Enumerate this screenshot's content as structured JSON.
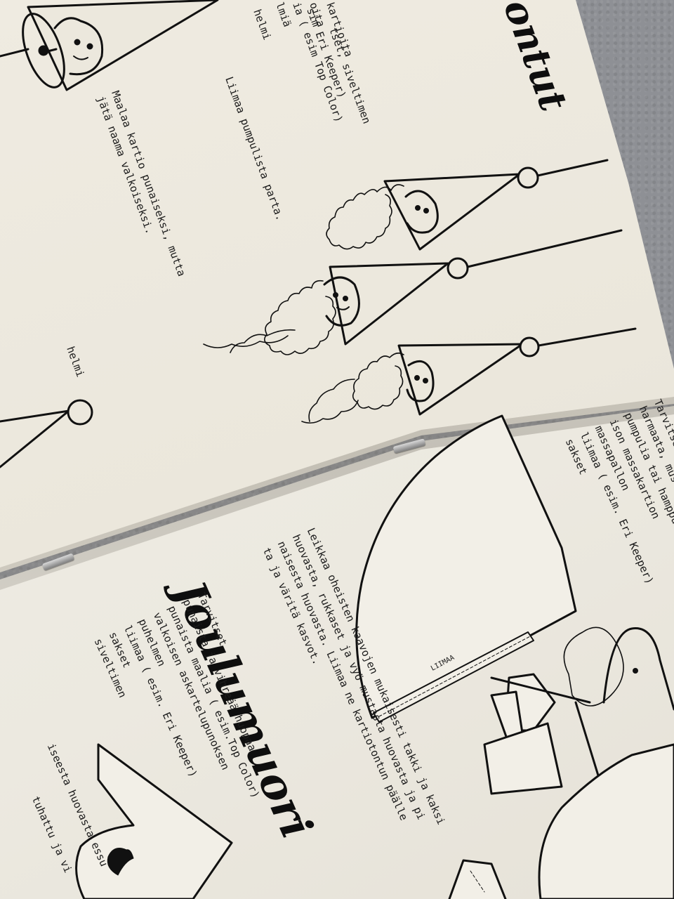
{
  "top_page": {
    "title_fragment": "ontut",
    "supplies_fragments": [
      "kartioita",
      "oita",
      "ia ( esim Top Color)",
      "lmiä",
      "tset, siveltimen",
      "sim Eri Keeper)"
    ],
    "label_helmi_top": "helmi",
    "label_helmi_bottom": "helmi",
    "instruction_paint": "Maalaa kartio punaiseksi, mutta\njätä naama valkoiseksi.",
    "instruction_beard": "Liimaa pumpulista parta.",
    "supplies_right": "Tarvitset\nharmaata, mustaa ja r\npumpulia tai hamppua\nison massakartion\nmassapallon\nliimaa ( esim. Eri Keeper)\nsakset"
  },
  "bottom_page": {
    "title": "Joulumuori",
    "supplies": "Tarvitset\npunaista ja vihreää huopaa\npunaista maalia ( esim.Top Color)\nvalkoisen askartelupunoksen\npuhelmen\nliimaa ( esim. Eri Keeper)\nsakset\nsiveltimen",
    "instruction": "Leikkaa oheisten kaavojen mukaisesti takki ja kaksi\nhuovasta, rukkaset ja vyö mustasta huovasta ja pi\nnaisesta huovasta. Liimaa ne kartiotontun päälle\nta ja väritä kasvot.",
    "pattern_label": "LIIMAA",
    "bottom_fragments": [
      "iseesta huovasta essu",
      "tuhattu ja vi"
    ]
  }
}
